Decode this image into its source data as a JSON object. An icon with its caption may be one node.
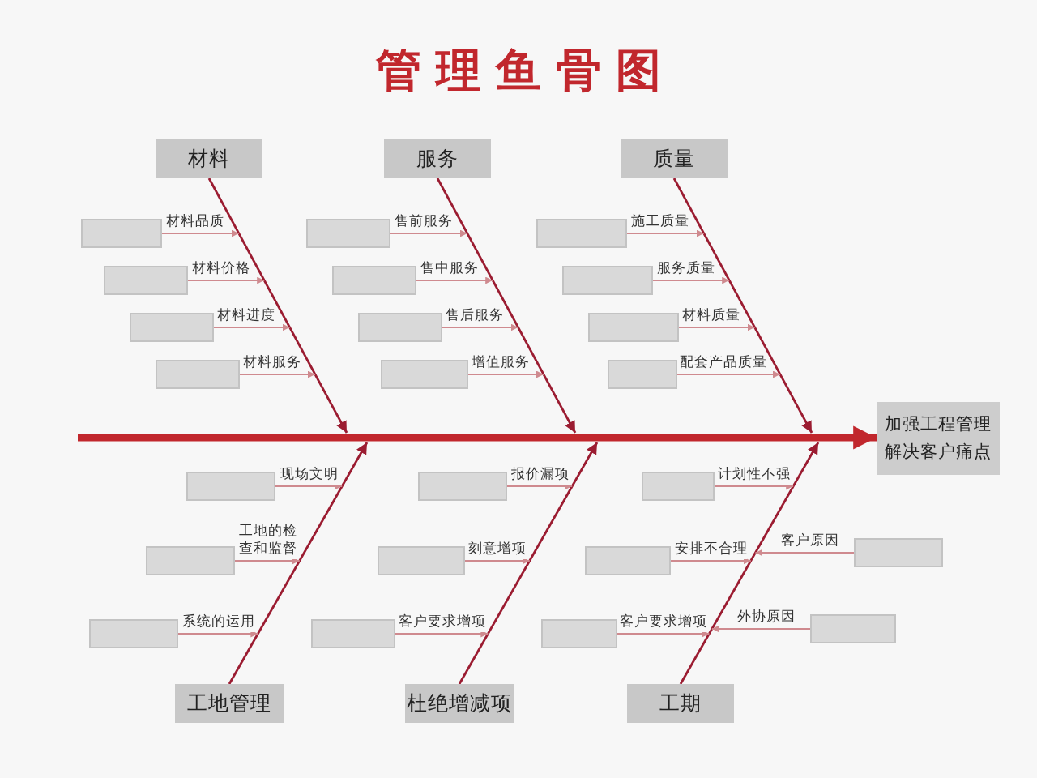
{
  "diagram": {
    "title": "管理鱼骨图",
    "nodes": [
      {
        "text": [
          "材料"
        ]
      },
      {
        "text": [],
        "shape": "box"
      },
      {
        "text": [],
        "shape": "box"
      },
      {
        "text": [],
        "shape": "box"
      },
      {
        "text": [],
        "shape": "box"
      },
      {
        "text": [
          "服务"
        ]
      },
      {
        "text": [],
        "shape": "box"
      },
      {
        "text": [],
        "shape": "box"
      },
      {
        "text": [],
        "shape": "box"
      },
      {
        "text": [],
        "shape": "box"
      },
      {
        "text": [
          "质量"
        ]
      },
      {
        "text": [],
        "shape": "box"
      },
      {
        "text": [],
        "shape": "box"
      },
      {
        "text": [],
        "shape": "box"
      },
      {
        "text": [],
        "shape": "box"
      },
      {
        "text": [
          "加强工程管理解决客户痛点"
        ]
      },
      {
        "text": [
          "工地管理"
        ]
      },
      {
        "text": [],
        "shape": "box"
      },
      {
        "text": [],
        "shape": "box"
      },
      {
        "text": [],
        "shape": "box"
      },
      {
        "text": [
          "杜绝增减项"
        ]
      },
      {
        "text": [],
        "shape": "box"
      },
      {
        "text": [],
        "shape": "box"
      },
      {
        "text": [],
        "shape": "box"
      },
      {
        "text": [
          "工期"
        ]
      },
      {
        "text": [],
        "shape": "box"
      },
      {
        "text": [],
        "shape": "box"
      },
      {
        "text": [],
        "shape": "box"
      },
      {
        "text": [],
        "shape": "box"
      },
      {
        "text": [],
        "shape": "box"
      }
    ],
    "edges": [
      {
        "from": null,
        "to": 15,
        "arrow": "to",
        "style": "thick",
        "color": "#c1272d"
      },
      {
        "from": 0,
        "to": null,
        "arrow": "to",
        "color": "#9b1c31"
      },
      {
        "from": 1,
        "to": null,
        "arrow": "to",
        "label": "材料品质"
      },
      {
        "from": 2,
        "to": null,
        "arrow": "to",
        "label": "材料价格"
      },
      {
        "from": 3,
        "to": null,
        "arrow": "to",
        "label": "材料进度"
      },
      {
        "from": 4,
        "to": null,
        "arrow": "to",
        "label": "材料服务"
      },
      {
        "from": 5,
        "to": null,
        "arrow": "to",
        "color": "#9b1c31"
      },
      {
        "from": 6,
        "to": null,
        "arrow": "to",
        "label": "售前服务"
      },
      {
        "from": 7,
        "to": null,
        "arrow": "to",
        "label": "售中服务"
      },
      {
        "from": 8,
        "to": null,
        "arrow": "to",
        "label": "售后服务"
      },
      {
        "from": 9,
        "to": null,
        "arrow": "to",
        "label": "增值服务"
      },
      {
        "from": 10,
        "to": null,
        "arrow": "to",
        "color": "#9b1c31"
      },
      {
        "from": 11,
        "to": null,
        "arrow": "to",
        "label": "施工质量"
      },
      {
        "from": 12,
        "to": null,
        "arrow": "to",
        "label": "服务质量"
      },
      {
        "from": 13,
        "to": null,
        "arrow": "to",
        "label": "材料质量"
      },
      {
        "from": 14,
        "to": null,
        "arrow": "to",
        "label": "配套产品质量"
      },
      {
        "from": 16,
        "to": null,
        "arrow": "to",
        "color": "#9b1c31"
      },
      {
        "from": 17,
        "to": null,
        "arrow": "to",
        "label": "现场文明"
      },
      {
        "from": 18,
        "to": null,
        "arrow": "to",
        "label": "工地的检查和监督"
      },
      {
        "from": 19,
        "to": null,
        "arrow": "to",
        "label": "系统的运用"
      },
      {
        "from": 20,
        "to": null,
        "arrow": "to",
        "color": "#9b1c31"
      },
      {
        "from": 21,
        "to": null,
        "arrow": "to",
        "label": "报价漏项"
      },
      {
        "from": 22,
        "to": null,
        "arrow": "to",
        "label": "刻意增项"
      },
      {
        "from": 23,
        "to": null,
        "arrow": "to",
        "label": "客户要求增项"
      },
      {
        "from": 24,
        "to": null,
        "arrow": "to",
        "color": "#9b1c31"
      },
      {
        "from": 25,
        "to": null,
        "arrow": "to",
        "label": "计划性不强"
      },
      {
        "from": 26,
        "to": null,
        "arrow": "to",
        "label": "安排不合理"
      },
      {
        "from": 27,
        "to": null,
        "arrow": "to",
        "label": "客户原因"
      },
      {
        "from": 28,
        "to": null,
        "arrow": "to",
        "label": "客户要求增项"
      },
      {
        "from": 29,
        "to": null,
        "arrow": "to",
        "label": "外协原因"
      }
    ]
  }
}
